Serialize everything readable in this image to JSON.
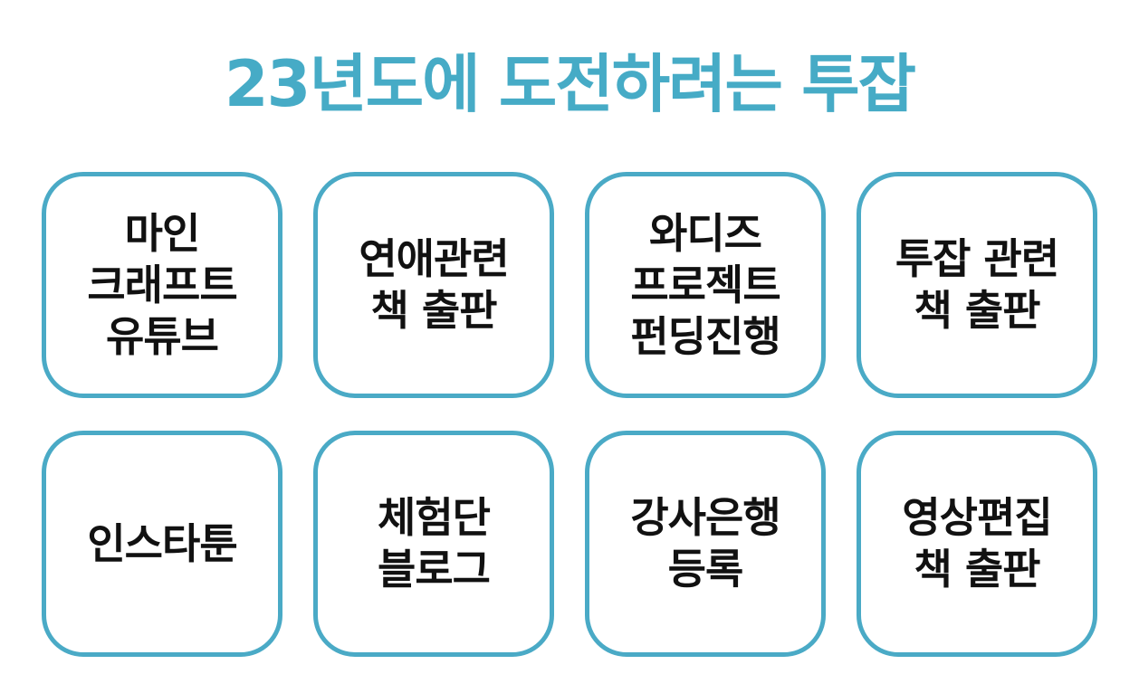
{
  "title": "23년도에 도전하려는 투잡",
  "colors": {
    "accent": "#46abc6",
    "card_border": "#4aaac6",
    "text": "#111111",
    "background": "#ffffff"
  },
  "cards": [
    {
      "text": "마인\n크래프트\n유튜브"
    },
    {
      "text": "연애관련\n책 출판"
    },
    {
      "text": "와디즈\n프로젝트\n펀딩진행"
    },
    {
      "text": "투잡 관련\n책 출판"
    },
    {
      "text": "인스타툰"
    },
    {
      "text": "체험단\n블로그"
    },
    {
      "text": "강사은행\n등록"
    },
    {
      "text": "영상편집\n책 출판"
    }
  ]
}
